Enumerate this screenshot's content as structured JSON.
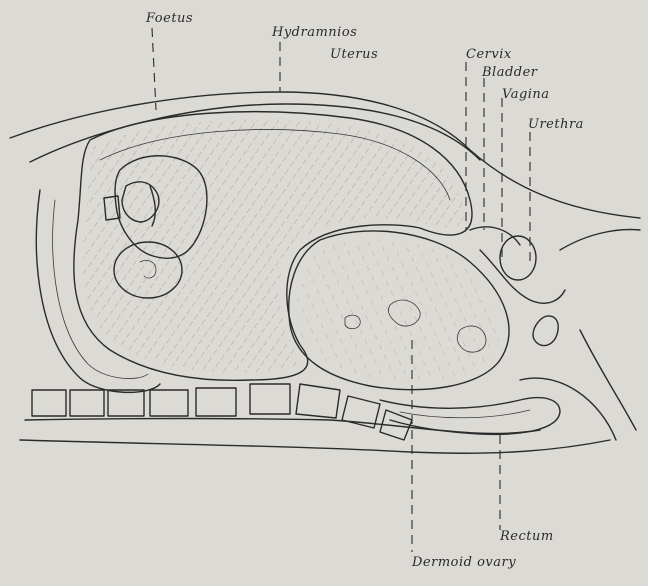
{
  "labels": {
    "foetus": "Foetus",
    "hydramnios": "Hydramnios",
    "uterus": "Uterus",
    "cervix": "Cervix",
    "bladder": "Bladder",
    "vagina": "Vagina",
    "urethra": "Urethra",
    "rectum": "Rectum",
    "dermoid_ovary": "Dermoid ovary"
  }
}
